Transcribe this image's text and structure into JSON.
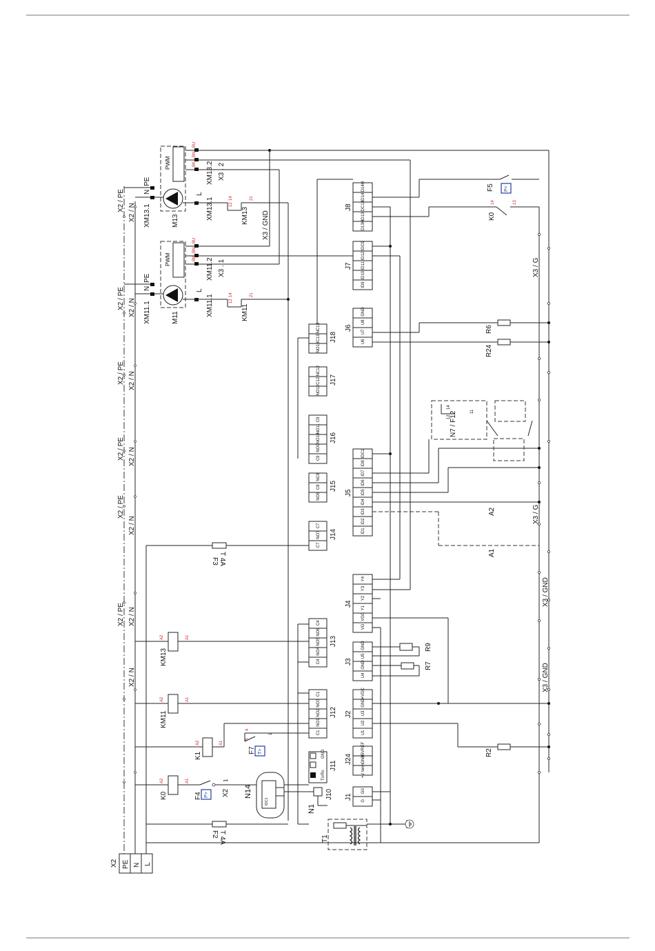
{
  "diagram": {
    "supply_terminal": {
      "label": "X2",
      "pins": [
        "PE",
        "N",
        "L"
      ]
    },
    "connectors": {
      "J1": {
        "label": "J1",
        "pins": [
          "G",
          "G0"
        ]
      },
      "J24": {
        "label": "J24",
        "pins": [
          "+V term",
          "GND",
          "+5VREF"
        ]
      },
      "J2": {
        "label": "J2",
        "pins": [
          "U1",
          "U2",
          "U3",
          "GND",
          "+VDC"
        ]
      },
      "J3": {
        "label": "J3",
        "pins": [
          "U4",
          "GND",
          "U5",
          "GND"
        ]
      },
      "J4": {
        "label": "J4",
        "pins": [
          "VG",
          "VG0",
          "Y1",
          "Y2",
          "Y3",
          "Y4"
        ]
      },
      "J5": {
        "label": "J5",
        "pins": [
          "ID1",
          "ID2",
          "ID3",
          "ID4",
          "ID5",
          "ID6",
          "ID7",
          "ID8",
          "IDC1"
        ]
      },
      "J6": {
        "label": "J6",
        "pins": [
          "U6",
          "U7",
          "U8",
          "GND"
        ]
      },
      "J7": {
        "label": "J7",
        "pins": [
          "ID9",
          "ID10",
          "ID11",
          "ID12",
          "IDC9"
        ]
      },
      "J8": {
        "label": "J8",
        "pins": [
          "ID13H",
          "ID13",
          "IDC13",
          "ID14",
          "ID14H"
        ]
      },
      "J12": {
        "label": "J12",
        "pins": [
          "C1",
          "NO1",
          "NO2",
          "NO3",
          "C1"
        ]
      },
      "J13": {
        "label": "J13",
        "pins": [
          "C4",
          "NO4",
          "NO5",
          "NO6",
          "C4"
        ]
      },
      "J14": {
        "label": "J14",
        "pins": [
          "C7",
          "NO7",
          "C7"
        ]
      },
      "J15": {
        "label": "J15",
        "pins": [
          "NO8",
          "C8",
          "NC8"
        ]
      },
      "J16": {
        "label": "J16",
        "pins": [
          "C9",
          "NO9",
          "NO10",
          "NO11",
          "C9"
        ]
      },
      "J17": {
        "label": "J17",
        "pins": [
          "NO12",
          "C12",
          "NC12"
        ]
      },
      "J18": {
        "label": "J18",
        "pins": [
          "NO13",
          "C13",
          "NC13"
        ]
      },
      "J11": {
        "label": "J11",
        "pins": [
          "Tx/Rx",
          "GND"
        ]
      },
      "J10": {
        "label": "J10"
      }
    },
    "controller": {
      "label": "N1"
    },
    "display": {
      "label": "N14"
    },
    "transformer": {
      "label": "T1"
    },
    "fuses": [
      {
        "id": "F2",
        "rating": "T 4A"
      },
      {
        "id": "F3",
        "rating": "T 4A"
      }
    ],
    "pressure_switches": [
      {
        "id": "F4",
        "symbol": "P>"
      },
      {
        "id": "F5",
        "symbol": "P<"
      },
      {
        "id": "F7",
        "symbol": "T>"
      }
    ],
    "contactors": [
      "K0",
      "K1",
      "KM11",
      "KM13"
    ],
    "coil_terminals": [
      "A2",
      "A1"
    ],
    "sensors": [
      "R2",
      "R6",
      "R24",
      "R7",
      "R9"
    ],
    "pumps": [
      {
        "id": "M11",
        "plug": "XM11.1",
        "signal_plug": "XM11.2",
        "signal_term": "X3 . 1",
        "pwm": "PWM",
        "contactor": "KM11",
        "wire_colors": [
          "BU",
          "BN",
          "BK"
        ]
      },
      {
        "id": "M13",
        "plug": "XM13.1",
        "signal_plug": "XM13.2",
        "signal_term": "X3 . 2",
        "pwm": "PWM",
        "contactor": "KM13",
        "wire_colors": [
          "BU",
          "BN",
          "BK"
        ]
      }
    ],
    "pump_pins": [
      "L",
      "N",
      "PE"
    ],
    "contact_numbers": [
      "14",
      "12",
      "21",
      "11",
      "13",
      "1",
      "2",
      "3",
      "4"
    ],
    "bus_labels": {
      "pe": "X2 / PE",
      "n": "X2 / N",
      "gnd": "X3 / GND",
      "g": "X3 / G"
    },
    "extra_labels": {
      "x2_small": "X2",
      "n7f12": "N7 / F12",
      "a1": "A1",
      "a2": "A2",
      "xm131": "XM13.1",
      "xm111": "XM11.1",
      "xm132": "XM13.2",
      "xm112": "XM11.2",
      "x3_1": "X3 . 1",
      "x3_2": "X3 . 2"
    },
    "colors": {
      "wire": "#222222",
      "wire_color_label": "#d21e1e",
      "switch_symbol": "#1e3ca0"
    }
  }
}
